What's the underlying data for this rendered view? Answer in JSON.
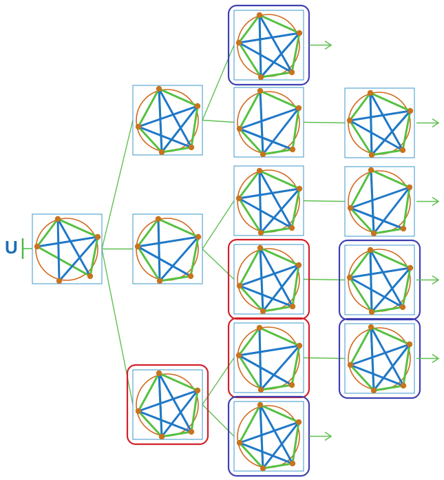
{
  "root_label": "U",
  "colors": {
    "root_label": "#1a6fb5",
    "root_tick": "#4cb848",
    "edge_blue": "#1f78c8",
    "edge_green": "#56c041",
    "circle": "#d2691e",
    "vertex": "#c8741e",
    "box_border": "#3a96c8",
    "connector": "#5fbf50",
    "highlight_red": "#d2202a",
    "highlight_blue": "#3e3fb0"
  },
  "tree": {
    "nodes": [
      {
        "id": "root",
        "highlight": "none"
      },
      {
        "id": "a1",
        "highlight": "none"
      },
      {
        "id": "a2",
        "highlight": "none"
      },
      {
        "id": "a3",
        "highlight": "red"
      },
      {
        "id": "b1",
        "highlight": "blue"
      },
      {
        "id": "b2",
        "highlight": "none"
      },
      {
        "id": "b3",
        "highlight": "none"
      },
      {
        "id": "b4",
        "highlight": "red"
      },
      {
        "id": "b5",
        "highlight": "red"
      },
      {
        "id": "b6",
        "highlight": "blue"
      },
      {
        "id": "c1",
        "highlight": "none"
      },
      {
        "id": "c2",
        "highlight": "none"
      },
      {
        "id": "c3",
        "highlight": "blue"
      },
      {
        "id": "c4",
        "highlight": "blue"
      }
    ],
    "links": [
      [
        "root",
        "a1"
      ],
      [
        "root",
        "a2"
      ],
      [
        "root",
        "a3"
      ],
      [
        "a1",
        "b1"
      ],
      [
        "a1",
        "b2"
      ],
      [
        "a2",
        "b3"
      ],
      [
        "a2",
        "b4"
      ],
      [
        "a3",
        "b5"
      ],
      [
        "a3",
        "b6"
      ],
      [
        "b2",
        "c1"
      ],
      [
        "b3",
        "c2"
      ],
      [
        "b4",
        "c3"
      ],
      [
        "b5",
        "c4"
      ]
    ],
    "arrows_from": [
      "b1",
      "b6",
      "c1",
      "c2",
      "c3",
      "c4"
    ]
  }
}
